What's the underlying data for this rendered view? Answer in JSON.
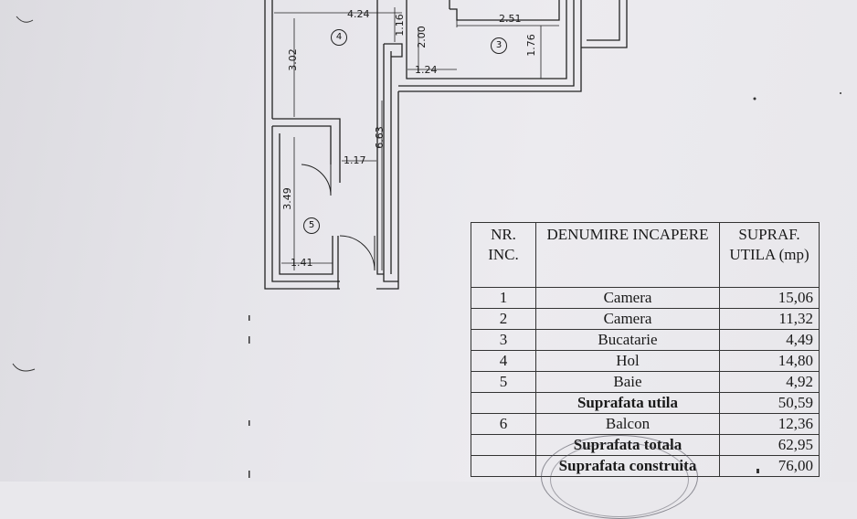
{
  "plan": {
    "dims": {
      "d424": "4.24",
      "d116": "1.16",
      "d200": "2.00",
      "d251": "2.51",
      "d176": "1.76",
      "d124": "1.24",
      "d302": "3.02",
      "d663": "6.63",
      "d117": "1.17",
      "d349": "3.49",
      "d141": "1.41"
    },
    "room_numbers": {
      "r3": "3",
      "r4": "4",
      "r5": "5"
    }
  },
  "table": {
    "headers": {
      "nr": "NR. INC.",
      "name": "DENUMIRE INCAPERE",
      "area": "SUPRAF. UTILA (mp)"
    },
    "rows": [
      {
        "nr": "1",
        "name": "Camera",
        "val": "15,06"
      },
      {
        "nr": "2",
        "name": "Camera",
        "val": "11,32"
      },
      {
        "nr": "3",
        "name": "Bucatarie",
        "val": "4,49"
      },
      {
        "nr": "4",
        "name": "Hol",
        "val": "14,80"
      },
      {
        "nr": "5",
        "name": "Baie",
        "val": "4,92"
      },
      {
        "nr": "",
        "name": "Suprafata utila",
        "val": "50,59"
      },
      {
        "nr": "6",
        "name": "Balcon",
        "val": "12,36"
      },
      {
        "nr": "",
        "name": "Suprafata totala",
        "val": "62,95"
      },
      {
        "nr": "",
        "name": "Suprafata construita",
        "val": "76,00"
      }
    ]
  }
}
